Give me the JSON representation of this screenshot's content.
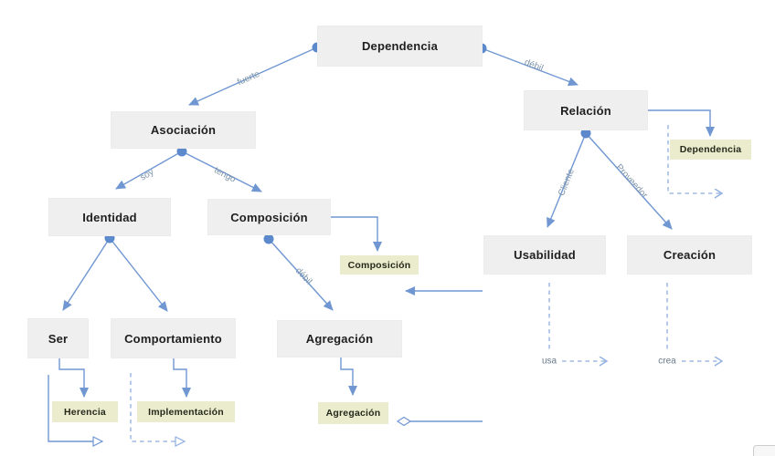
{
  "nodes": {
    "dependencia": "Dependencia",
    "asociacion": "Asociación",
    "relacion": "Relación",
    "identidad": "Identidad",
    "composicion": "Composición",
    "usabilidad": "Usabilidad",
    "creacion": "Creación",
    "ser": "Ser",
    "comportamiento": "Comportamiento",
    "agregacion": "Agregación"
  },
  "tags": {
    "dependencia": "Dependencia",
    "composicion": "Composición",
    "herencia": "Herencia",
    "implementacion": "Implementación",
    "agregacion": "Agregación"
  },
  "edges": {
    "fuerte": "fuerte",
    "debil_top": "débil",
    "soy": "soy",
    "tengo": "tengo",
    "debil_weak": "débil",
    "cliente": "Cliente",
    "proveedor": "Proveedor",
    "usa": "usa",
    "crea": "crea"
  },
  "colors": {
    "node_bg": "#efefef",
    "tag_bg": "#eaeccd",
    "node_text": "#1f1f1f",
    "edge_label": "#7e95ab",
    "line": "#7097d2",
    "dashed_line": "#8fafdf",
    "dot": "#5c88cc"
  }
}
